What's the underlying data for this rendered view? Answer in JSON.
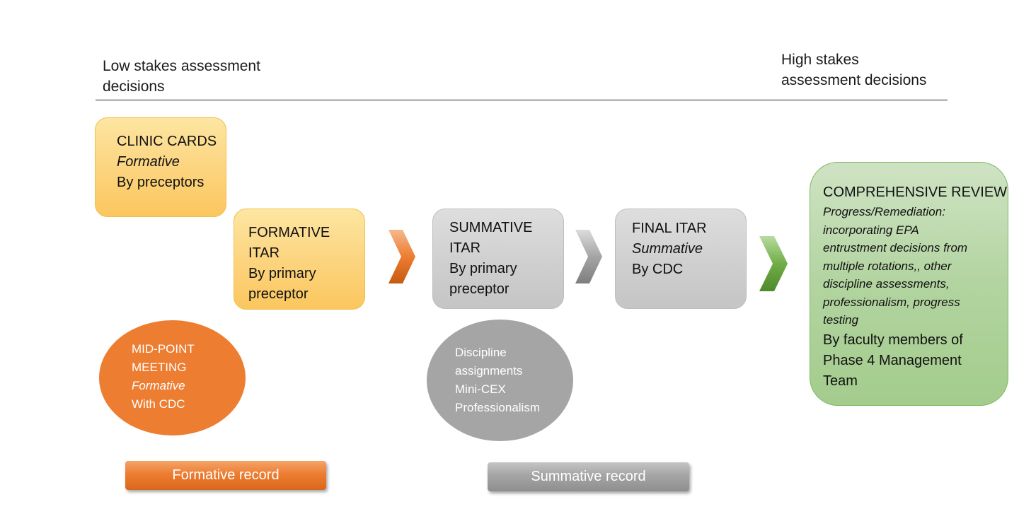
{
  "header": {
    "low_stakes": [
      "Low stakes assessment",
      "decisions"
    ],
    "high_stakes": [
      "High stakes",
      "assessment decisions"
    ]
  },
  "boxes": {
    "clinic_cards": {
      "title": "CLINIC CARDS",
      "type": "Formative",
      "by": "By preceptors"
    },
    "formative_itar": {
      "lines": [
        "FORMATIVE",
        "ITAR",
        "By primary",
        "preceptor"
      ]
    },
    "summative_itar": {
      "lines": [
        "SUMMATIVE",
        "ITAR",
        "By primary",
        "preceptor"
      ]
    },
    "final_itar": {
      "title": "FINAL ITAR",
      "type": "Summative",
      "by": "By CDC"
    },
    "comprehensive_review": {
      "title": "COMPREHENSIVE REVIEW",
      "detail": [
        "Progress/Remediation:",
        "incorporating EPA",
        "entrustment decisions from",
        "multiple rotations,, other",
        "discipline assessments,",
        "professionalism, progress",
        "testing"
      ],
      "by": [
        "By faculty members of",
        "Phase 4 Management",
        "Team"
      ]
    }
  },
  "ellipses": {
    "mid_point": {
      "lines": [
        "MID-POINT",
        "MEETING"
      ],
      "type": "Formative",
      "with": "With CDC"
    },
    "discipline": {
      "lines": [
        "Discipline",
        "assignments",
        "Mini-CEX",
        "Professionalism"
      ]
    }
  },
  "records": {
    "formative": "Formative record",
    "summative": "Summative record"
  },
  "colors": {
    "orange": "#ed7d31",
    "gray": "#a5a5a5",
    "green": "#70ad47",
    "yellow": "#ffd966"
  },
  "icons": {
    "chevron_1": "chevron-right-icon-orange",
    "chevron_2": "chevron-right-icon-gray",
    "chevron_3": "chevron-right-icon-green"
  }
}
